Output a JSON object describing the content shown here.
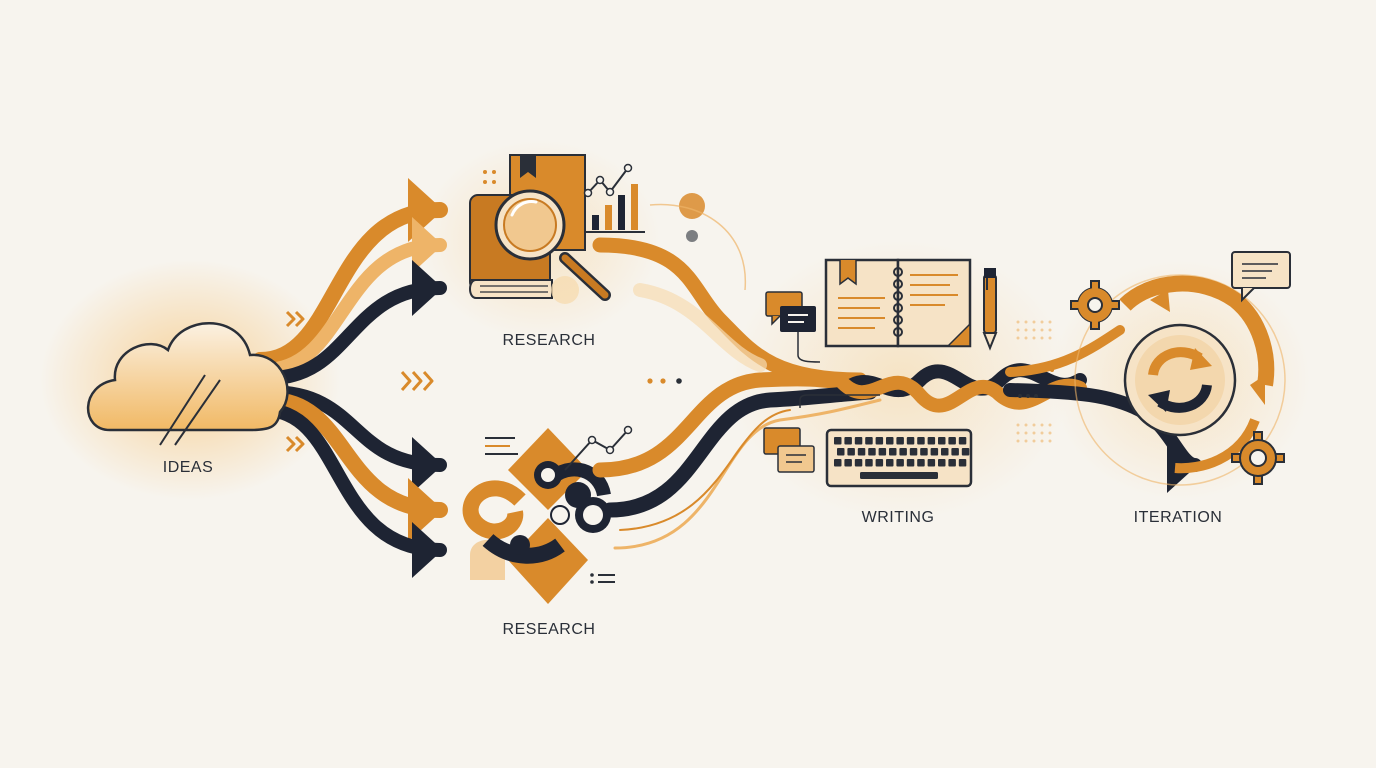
{
  "stages": {
    "ideas": {
      "label": "IDEAS"
    },
    "research_top": {
      "label": "RESEARCH"
    },
    "research_bottom": {
      "label": "RESEARCH"
    },
    "writing": {
      "label": "WRITING"
    },
    "iteration": {
      "label": "ITERATION"
    }
  },
  "icons": {
    "ideas": "cloud-icon",
    "research_top": "book-magnifier-icon",
    "research_bottom": "network-nodes-icon",
    "writing": "notebook-keyboard-icon",
    "iteration": "refresh-cycle-icon"
  },
  "colors": {
    "background": "#f7f4ee",
    "orange": "#d98a2b",
    "light_orange": "#eeb468",
    "navy": "#1e2433",
    "cream": "#f6e3c6"
  }
}
